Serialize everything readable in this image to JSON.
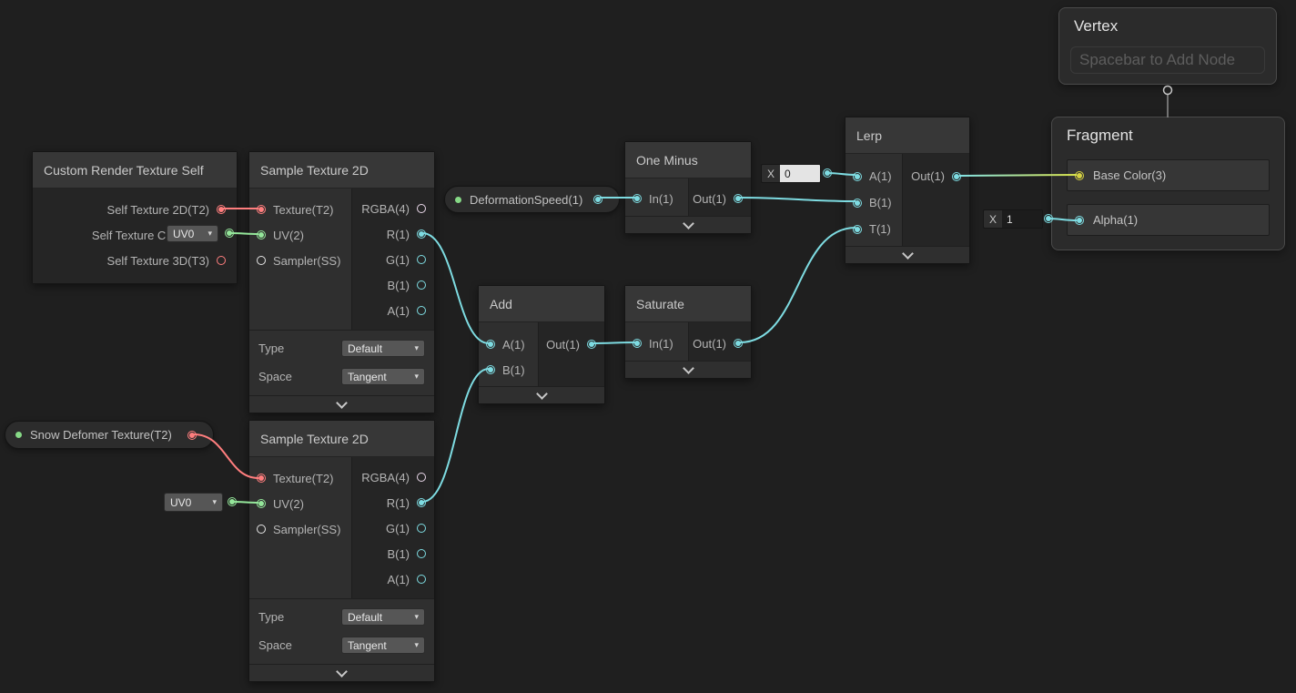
{
  "colors": {
    "bg": "#1F1F1F",
    "c-float": "#7EDCE2",
    "c-vec2": "#94E69A",
    "c-vec3": "#D6D243",
    "c-vec4": "#EBD9EB",
    "c-tex": "#FF7E7E",
    "c-sampler": "#E6E6E6",
    "c-exposed": "#86D986",
    "c-wire-out-a": "#84E4E7",
    "c-wire-out-b": "#D8E24A"
  },
  "nodes": {
    "custom_render_texture_self": {
      "title": "Custom Render Texture Self",
      "outputs": [
        "Self Texture 2D(T2)",
        "Self Texture Cube(TC)",
        "Self Texture 3D(T3)"
      ]
    },
    "sample_texture_2d_a": {
      "title": "Sample Texture 2D",
      "inputs": [
        "Texture(T2)",
        "UV(2)",
        "Sampler(SS)"
      ],
      "outputs": [
        "RGBA(4)",
        "R(1)",
        "G(1)",
        "B(1)",
        "A(1)"
      ],
      "controls": {
        "type_label": "Type",
        "type_value": "Default",
        "space_label": "Space",
        "space_value": "Tangent"
      }
    },
    "sample_texture_2d_b": {
      "title": "Sample Texture 2D",
      "inputs": [
        "Texture(T2)",
        "UV(2)",
        "Sampler(SS)"
      ],
      "outputs": [
        "RGBA(4)",
        "R(1)",
        "G(1)",
        "B(1)",
        "A(1)"
      ],
      "controls": {
        "type_label": "Type",
        "type_value": "Default",
        "space_label": "Space",
        "space_value": "Tangent"
      }
    },
    "add": {
      "title": "Add",
      "inputs": [
        "A(1)",
        "B(1)"
      ],
      "outputs": [
        "Out(1)"
      ]
    },
    "saturate": {
      "title": "Saturate",
      "inputs": [
        "In(1)"
      ],
      "outputs": [
        "Out(1)"
      ]
    },
    "one_minus": {
      "title": "One Minus",
      "inputs": [
        "In(1)"
      ],
      "outputs": [
        "Out(1)"
      ]
    },
    "lerp": {
      "title": "Lerp",
      "inputs": [
        "A(1)",
        "B(1)",
        "T(1)"
      ],
      "outputs": [
        "Out(1)"
      ]
    },
    "fragment": {
      "title": "Fragment",
      "blocks": [
        "Base Color(3)",
        "Alpha(1)"
      ]
    },
    "vertex": {
      "title": "Vertex",
      "placeholder": "Spacebar to Add Node"
    }
  },
  "properties": {
    "snow_deformer": {
      "label": "Snow Defomer Texture(T2)"
    },
    "deformation_speed": {
      "label": "DeformationSpeed(1)"
    }
  },
  "inline_controls": {
    "uv_a": "UV0",
    "uv_b": "UV0",
    "x_label": "X",
    "lerp_a_value": "0",
    "alpha_value": "1"
  }
}
